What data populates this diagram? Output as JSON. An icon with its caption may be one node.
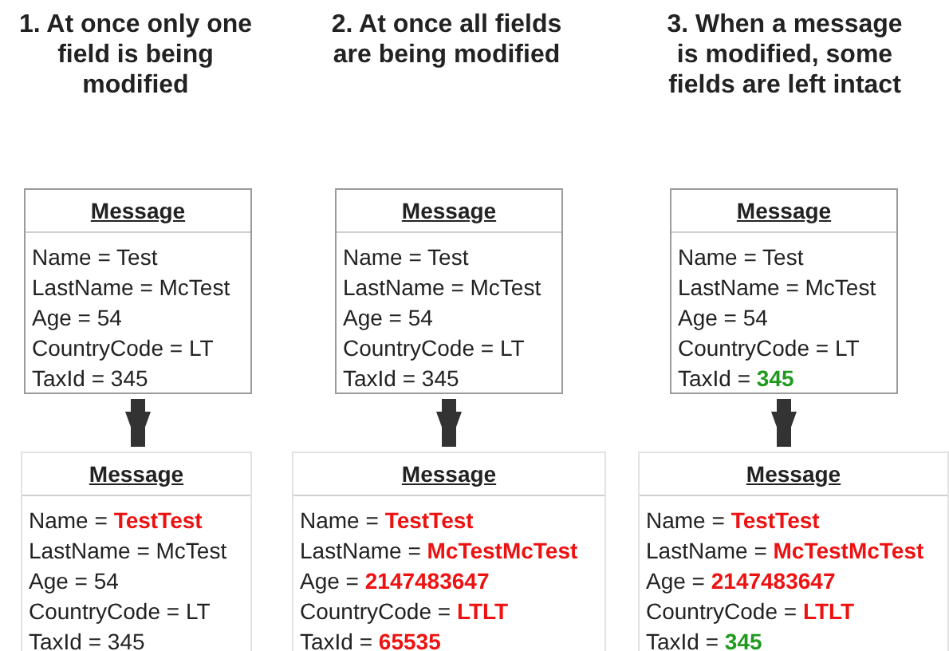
{
  "diagram": {
    "nodes": [
      {
        "text": [
          "Message",
          "Name = Test",
          "LastName = McTest",
          "Age = 54",
          "CountryCode = LT",
          "TaxId = 345"
        ]
      },
      {
        "text": [
          "Message",
          "Name = Test",
          "LastName = McTest",
          "Age = 54",
          "CountryCode = LT",
          "TaxId = 345"
        ]
      },
      {
        "text": [
          "Message",
          "Name = Test",
          "LastName = McTest",
          "Age = 54",
          "CountryCode = LT",
          "TaxId = **345**"
        ]
      },
      {
        "text": [
          "Message",
          "Name = **TestTest**",
          "LastName = McTest",
          "Age = 54",
          "CountryCode = LT",
          "TaxId = 345"
        ]
      },
      {
        "text": [
          "Message",
          "Name = **TestTest**",
          "LastName = **McTestMcTest**",
          "Age = **2147483647**",
          "CountryCode = **LTLT**",
          "TaxId = **65535**"
        ]
      },
      {
        "text": [
          "Message",
          "Name = **TestTest**",
          "LastName = **McTestMcTest**",
          "Age = **2147483647**",
          "CountryCode = **LTLT**",
          "TaxId = **345**"
        ]
      }
    ],
    "edges": [
      {
        "from": 0,
        "to": 3,
        "arrow": "to"
      },
      {
        "from": 1,
        "to": 4,
        "arrow": "to"
      },
      {
        "from": 2,
        "to": 5,
        "arrow": "to"
      }
    ],
    "labels": [
      "1. At once only one field is being modified",
      "2. At once all fields are being modified",
      "3. When a message is modified, some fields are left intact"
    ]
  }
}
